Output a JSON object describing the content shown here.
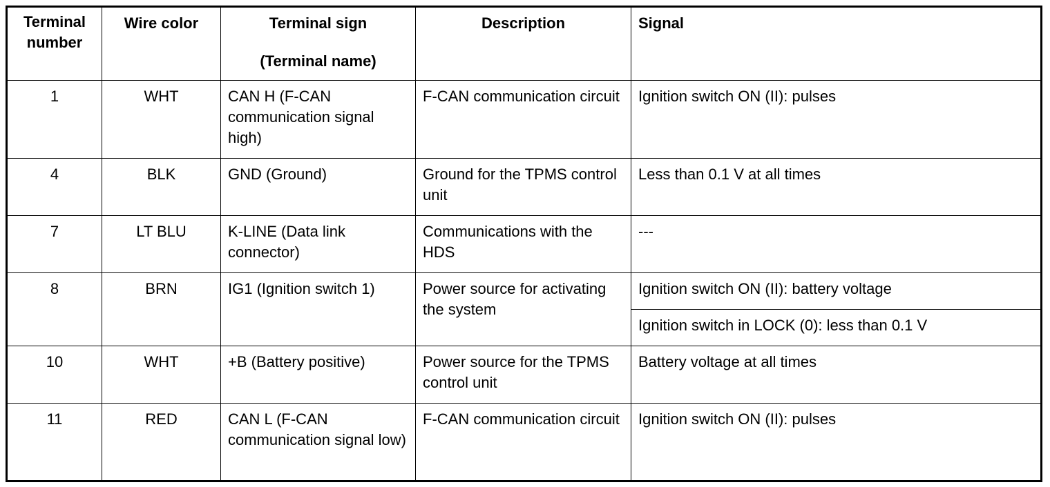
{
  "headers": {
    "terminal_number": "Terminal number",
    "wire_color": "Wire color",
    "terminal_sign_line1": "Terminal sign",
    "terminal_sign_line2": "(Terminal name)",
    "description": "Description",
    "signal": "Signal"
  },
  "rows": [
    {
      "number": "1",
      "color": "WHT",
      "sign": "CAN H (F-CAN communication signal high)",
      "description": "F-CAN communication circuit",
      "signal": "Ignition switch ON (II): pulses"
    },
    {
      "number": "4",
      "color": "BLK",
      "sign": "GND (Ground)",
      "description": "Ground for the TPMS control unit",
      "signal": "Less than 0.1 V at all times"
    },
    {
      "number": "7",
      "color": "LT BLU",
      "sign": "K-LINE (Data link connector)",
      "description": "Communications with the HDS",
      "signal": "---"
    },
    {
      "number": "8",
      "color": "BRN",
      "sign": "IG1 (Ignition switch 1)",
      "description": "Power source for activating the system",
      "signal": "Ignition switch ON (II): battery voltage",
      "signal2": "Ignition switch in LOCK (0): less than 0.1 V"
    },
    {
      "number": "10",
      "color": "WHT",
      "sign": "+B (Battery positive)",
      "description": "Power source for the TPMS control unit",
      "signal": "Battery voltage at all times"
    },
    {
      "number": "11",
      "color": "RED",
      "sign": "CAN L (F-CAN communication signal low)",
      "description": "F-CAN communication circuit",
      "signal": "Ignition switch ON (II): pulses"
    }
  ]
}
